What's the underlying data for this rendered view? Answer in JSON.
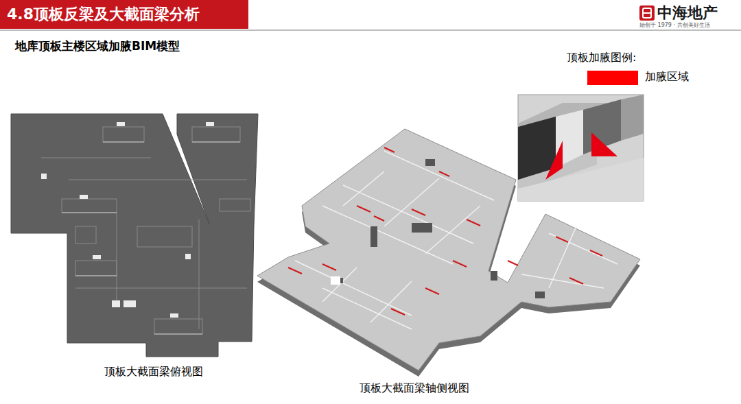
{
  "diagram": {
    "title": "4.8顶板反梁及大截面梁分析",
    "labels": [
      "地库顶板主楼区域加腋BIM模型",
      "中海地产",
      "始创于 1979 · 共创美好生活",
      "顶板加腋图例:",
      "顶板大截面梁俯视图",
      "顶板大截面梁轴侧视图"
    ],
    "legend": [
      {
        "text": "加腋区域",
        "color": "#ff0000"
      }
    ]
  }
}
